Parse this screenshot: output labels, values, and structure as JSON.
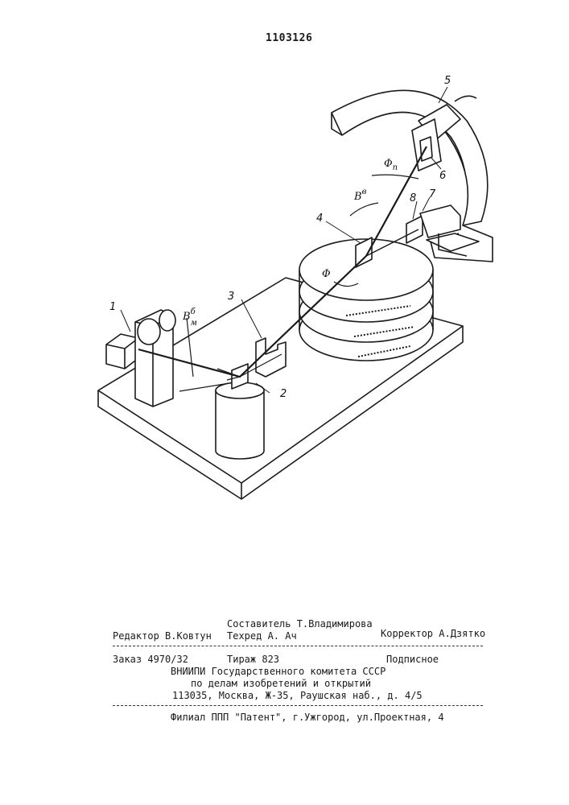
{
  "patent_number": "1103126",
  "figure": {
    "part_labels": [
      "1",
      "2",
      "3",
      "4",
      "5",
      "6",
      "7",
      "8"
    ],
    "angle_labels": {
      "b_m_base": "B",
      "b_m_sup": "б",
      "b_m_sub": "м",
      "b_v_base": "B",
      "b_v_sup": "в",
      "phi_p_base": "Φ",
      "phi_p_sub": "п",
      "phi": "Φ"
    }
  },
  "imprint": {
    "compiler": "Составитель Т.Владимирова",
    "editor": "Редактор В.Ковтун",
    "techred": "Техред А. Ач",
    "corrector": "Корректор А.Дзятко",
    "order": "Заказ 4970/32",
    "circulation": "Тираж 823",
    "subscription": "Подписное",
    "org_line1": "ВНИИПИ Государственного комитета СССР",
    "org_line2": "по делам изобретений и открытий",
    "address": "113035, Москва, Ж-35, Раушская наб., д. 4/5",
    "branch": "Филиал ППП \"Патент\", г.Ужгород, ул.Проектная, 4"
  }
}
